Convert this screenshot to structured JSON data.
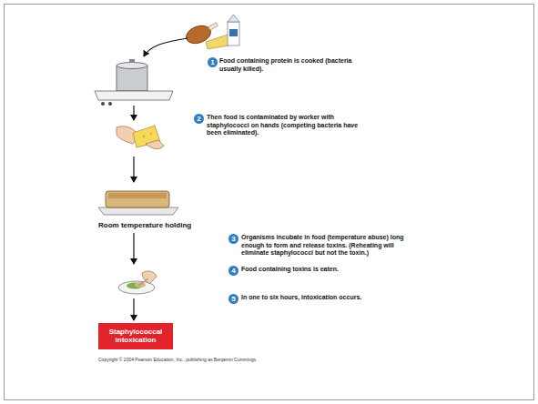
{
  "diagram": {
    "nodes": [
      {
        "text": [
          "1"
        ]
      },
      {
        "text": [
          "2"
        ]
      },
      {
        "text": [
          "3"
        ]
      },
      {
        "text": [
          "4"
        ]
      },
      {
        "text": [
          "Staphylococcal intoxication"
        ]
      },
      {
        "text": [
          "5"
        ]
      }
    ],
    "labels": [
      "Food containing protein is cooked (bacteria usually killed).",
      "Then food is contaminated by worker with staphylococci on hands (competing bacteria have been eliminated).",
      "Room temperature holding",
      "Organisms incubate in food (temperature abuse) long enough to form and release toxins. (Reheating will eliminate staphylococci but not the toxin.)",
      "Food containing toxins is eaten.",
      "In one to six hours, intoxication occurs.",
      "Copyright © 2004 Pearson Education, Inc., publishing as Benjamin Cummings."
    ]
  }
}
